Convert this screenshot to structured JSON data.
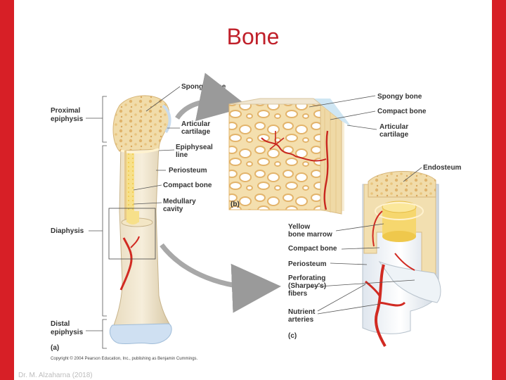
{
  "slide": {
    "title": "Bone",
    "footer": "Dr. M. Alzaharna (2018)"
  },
  "diagram": {
    "labels_a": {
      "proximal": [
        "Proximal",
        "epiphysis"
      ],
      "diaphysis": "Diaphysis",
      "distal": [
        "Distal",
        "epiphysis"
      ],
      "spongy": "Spongy bone",
      "articular": [
        "Articular",
        "cartilage"
      ],
      "epiphyseal": [
        "Epiphyseal",
        "line"
      ],
      "periosteum": "Periosteum",
      "compact": "Compact bone",
      "medullary": [
        "Medullary",
        "cavity"
      ],
      "panel": "(a)"
    },
    "labels_b": {
      "spongy": "Spongy bone",
      "compact": "Compact bone",
      "articular": [
        "Articular",
        "cartilage"
      ],
      "panel": "(b)"
    },
    "labels_c": {
      "endosteum": "Endosteum",
      "yellow": [
        "Yellow",
        "bone marrow"
      ],
      "compact": "Compact bone",
      "periosteum": "Periosteum",
      "perforating": [
        "Perforating",
        "(Sharpey's)",
        "fibers"
      ],
      "nutrient": [
        "Nutrient",
        "arteries"
      ],
      "panel": "(c)"
    },
    "copyright": "Copyright © 2004 Pearson Education, Inc., publishing as Benjamin Cummings."
  }
}
